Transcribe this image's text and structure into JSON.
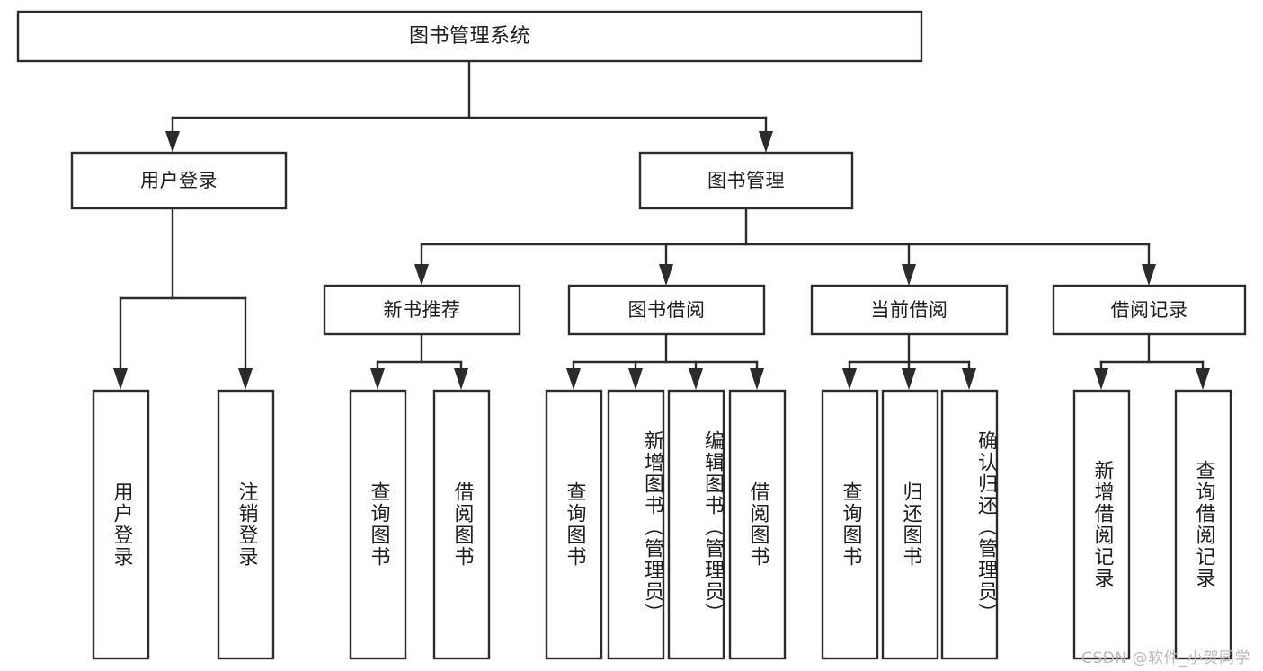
{
  "diagram": {
    "type": "tree-hierarchy-chart",
    "title": "图书管理系统",
    "watermark": "CSDN @软件_小贺同学",
    "colors": {
      "stroke": "#2b2b2b",
      "fill": "#ffffff",
      "text": "#1d1d1d",
      "watermark": "#b9b9b9"
    },
    "levels": {
      "root": [
        "图书管理系统"
      ],
      "level2": [
        "用户登录",
        "图书管理"
      ],
      "level3": [
        "新书推荐",
        "图书借阅",
        "当前借阅",
        "借阅记录"
      ],
      "leaves": [
        "用户登录",
        "注销登录",
        "查询图书",
        "借阅图书",
        "查询图书",
        "新增图书（管理员）",
        "编辑图书（管理员）",
        "借阅图书",
        "查询图书",
        "归还图书",
        "确认归还（管理员）",
        "新增借阅记录",
        "查询借阅记录"
      ]
    },
    "nodes": {
      "root": {
        "label": "图书管理系统"
      },
      "user_login": {
        "label": "用户登录"
      },
      "book_mgmt": {
        "label": "图书管理"
      },
      "new_book_rec": {
        "label": "新书推荐"
      },
      "book_borrow": {
        "label": "图书借阅"
      },
      "current_borrow": {
        "label": "当前借阅"
      },
      "borrow_record": {
        "label": "借阅记录"
      },
      "leaf_user_login": {
        "label": "用户登录"
      },
      "leaf_logout": {
        "label": "注销登录"
      },
      "leaf_query_book_1": {
        "label": "查询图书"
      },
      "leaf_borrow_book_1": {
        "label": "借阅图书"
      },
      "leaf_query_book_2": {
        "label": "查询图书"
      },
      "leaf_add_book": {
        "label": "新增图书（管理员）"
      },
      "leaf_edit_book": {
        "label": "编辑图书（管理员）"
      },
      "leaf_borrow_book_2": {
        "label": "借阅图书"
      },
      "leaf_query_book_3": {
        "label": "查询图书"
      },
      "leaf_return_book": {
        "label": "归还图书"
      },
      "leaf_confirm_return": {
        "label": "确认归还（管理员）"
      },
      "leaf_add_record": {
        "label": "新增借阅记录"
      },
      "leaf_query_record": {
        "label": "查询借阅记录"
      }
    }
  }
}
